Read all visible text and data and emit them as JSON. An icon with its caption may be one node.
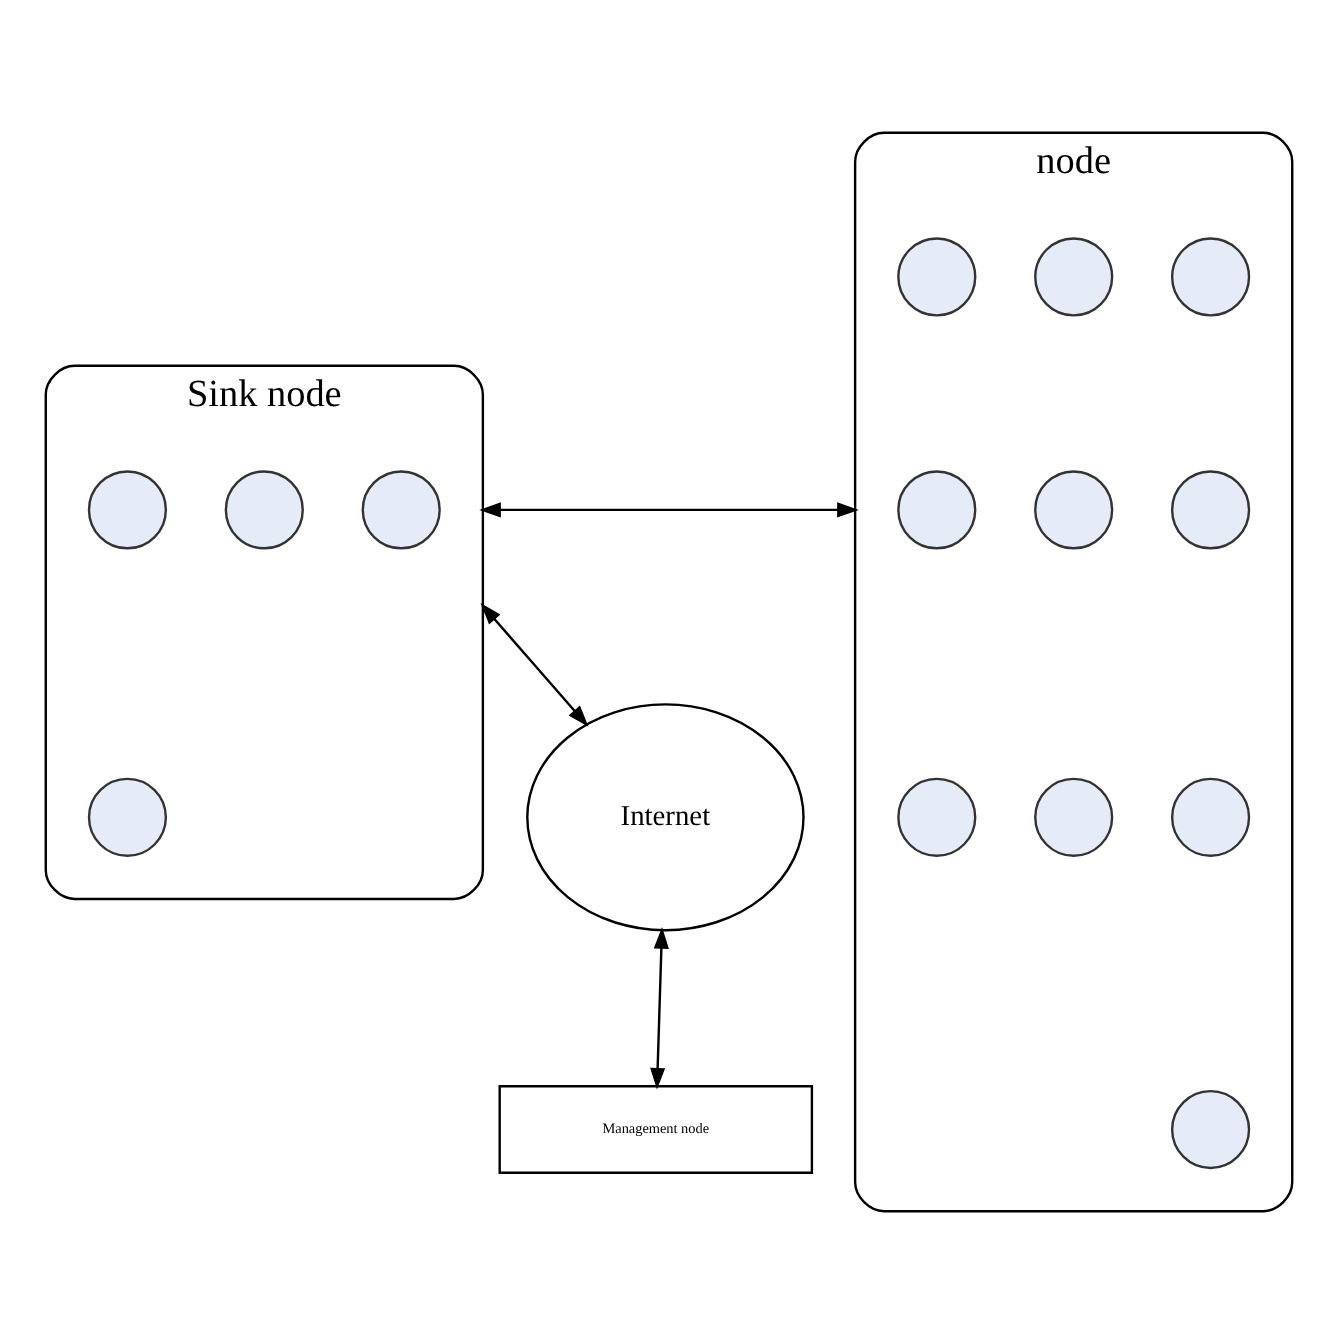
{
  "diagram": {
    "nodes": [
      {
        "text": [
          "Sink node"
        ]
      },
      {
        "text": [],
        "shape": "circle",
        "in": 0
      },
      {
        "text": [],
        "shape": "circle",
        "in": 0
      },
      {
        "text": [],
        "shape": "circle",
        "in": 0
      },
      {
        "text": [],
        "shape": "circle",
        "in": 0
      },
      {
        "text": [
          "node"
        ]
      },
      {
        "text": [],
        "shape": "circle",
        "in": 5
      },
      {
        "text": [],
        "shape": "circle",
        "in": 5
      },
      {
        "text": [],
        "shape": "circle",
        "in": 5
      },
      {
        "text": [],
        "shape": "circle",
        "in": 5
      },
      {
        "text": [],
        "shape": "circle",
        "in": 5
      },
      {
        "text": [],
        "shape": "circle",
        "in": 5
      },
      {
        "text": [],
        "shape": "circle",
        "in": 5
      },
      {
        "text": [],
        "shape": "circle",
        "in": 5
      },
      {
        "text": [],
        "shape": "circle",
        "in": 5
      },
      {
        "text": [],
        "shape": "circle",
        "in": 5
      },
      {
        "text": [
          "Internet"
        ]
      },
      {
        "text": [
          "Management node"
        ]
      }
    ],
    "edges": [
      {
        "from": 0,
        "to": 5,
        "arrow": "both"
      },
      {
        "from": 0,
        "to": 16,
        "arrow": "both"
      },
      {
        "from": 16,
        "to": 17,
        "arrow": "both"
      }
    ]
  }
}
